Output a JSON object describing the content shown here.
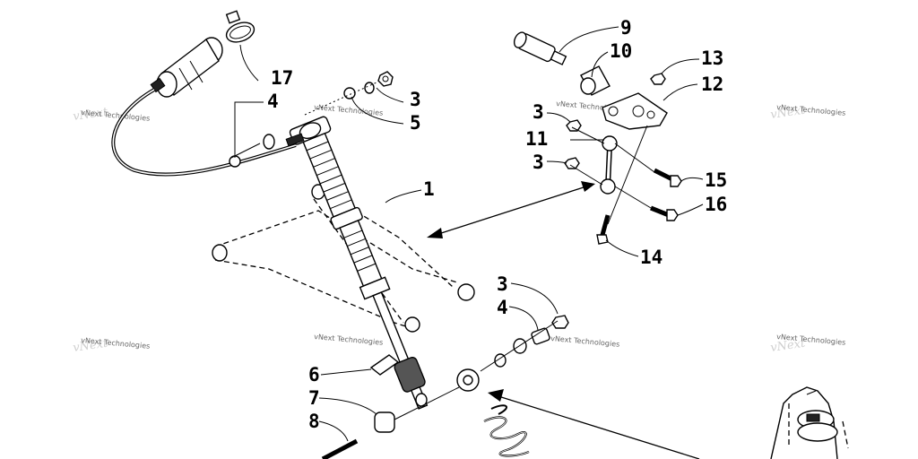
{
  "callouts": [
    {
      "id": "c17",
      "label": "17"
    },
    {
      "id": "c4a",
      "label": "4"
    },
    {
      "id": "c3a",
      "label": "3"
    },
    {
      "id": "c5",
      "label": "5"
    },
    {
      "id": "c9",
      "label": "9"
    },
    {
      "id": "c10",
      "label": "10"
    },
    {
      "id": "c13",
      "label": "13"
    },
    {
      "id": "c12",
      "label": "12"
    },
    {
      "id": "c3b",
      "label": "3"
    },
    {
      "id": "c11",
      "label": "11"
    },
    {
      "id": "c3c",
      "label": "3"
    },
    {
      "id": "c15",
      "label": "15"
    },
    {
      "id": "c16",
      "label": "16"
    },
    {
      "id": "c1",
      "label": "1"
    },
    {
      "id": "c14",
      "label": "14"
    },
    {
      "id": "c3d",
      "label": "3"
    },
    {
      "id": "c4b",
      "label": "4"
    },
    {
      "id": "c6",
      "label": "6"
    },
    {
      "id": "c7",
      "label": "7"
    },
    {
      "id": "c8",
      "label": "8"
    }
  ],
  "watermark": {
    "text": "vNext Technologies"
  },
  "colors": {
    "line": "#000000",
    "background": "#ffffff",
    "watermark": "#666666"
  }
}
